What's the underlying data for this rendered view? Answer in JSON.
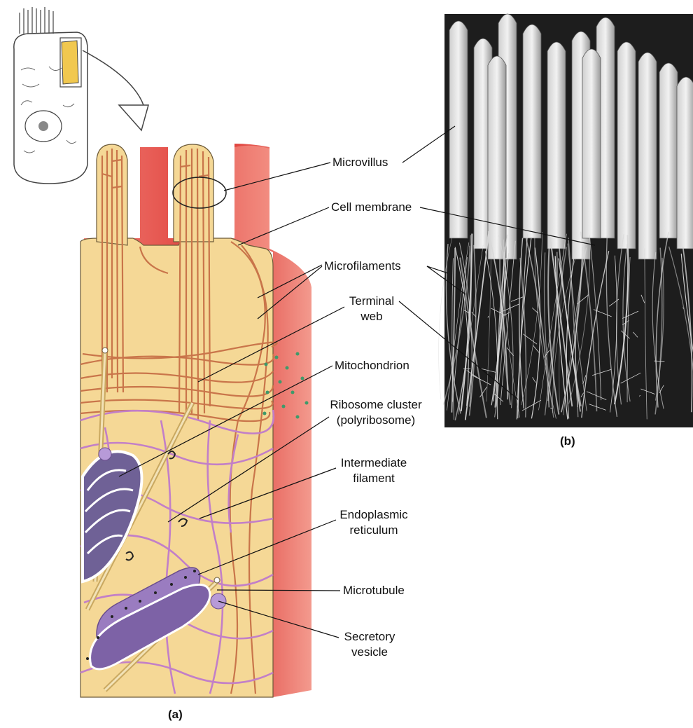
{
  "labels": {
    "microvillus": "Microvillus",
    "cell_membrane": "Cell membrane",
    "microfilaments": "Microfilaments",
    "terminal_web_1": "Terminal",
    "terminal_web_2": "web",
    "mitochondrion": "Mitochondrion",
    "ribosome_1": "Ribosome cluster",
    "ribosome_2": "(polyribosome)",
    "intermediate_1": "Intermediate",
    "intermediate_2": "filament",
    "er_1": "Endoplasmic",
    "er_2": "reticulum",
    "microtubule": "Microtubule",
    "vesicle_1": "Secretory",
    "vesicle_2": "vesicle"
  },
  "captions": {
    "a": "(a)",
    "b": "(b)"
  },
  "colors": {
    "cytoplasm": "#f5d896",
    "membrane_red": "#e8584f",
    "microfilament": "#c9754a",
    "intermediate_filament": "#c27fc8",
    "er": "#9a7cc0",
    "micrograph_bg": "#1d1d1d"
  }
}
